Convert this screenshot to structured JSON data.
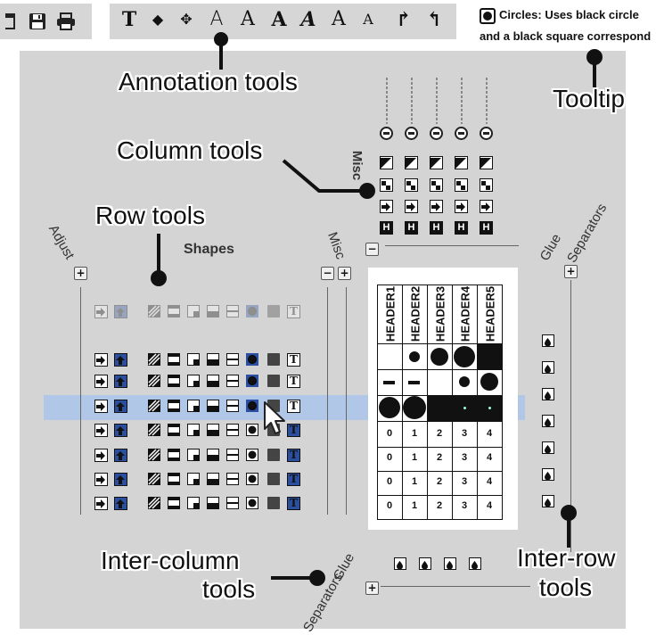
{
  "toolbar_left": {
    "icons": [
      "window-icon",
      "save-icon",
      "print-icon"
    ]
  },
  "toolbar_annotation": {
    "buttons": [
      {
        "glyph": "T",
        "name": "text-tool-button"
      },
      {
        "glyph": "◆",
        "name": "fill-tool-button"
      },
      {
        "glyph": "✥",
        "name": "move-tool-button"
      },
      {
        "glyph": "A",
        "name": "font-thin-button"
      },
      {
        "glyph": "A",
        "name": "font-regular-button"
      },
      {
        "glyph": "A",
        "name": "font-bold-button"
      },
      {
        "glyph": "A",
        "name": "font-italic-button"
      },
      {
        "glyph": "A",
        "name": "font-increase-button"
      },
      {
        "glyph": "A",
        "name": "font-decrease-button"
      },
      {
        "glyph": "↱",
        "name": "redo-button"
      },
      {
        "glyph": "↰",
        "name": "undo-button"
      }
    ]
  },
  "tooltip": {
    "bold_prefix": "Circles:",
    "line1": " Uses black circle",
    "line2": "and a black square correspond"
  },
  "callouts": {
    "annotation": "Annotation tools",
    "tooltip": "Tooltip",
    "column": "Column tools",
    "row": "Row tools",
    "intercolumn_1": "Inter-column",
    "intercolumn_2": "tools",
    "interrow_1": "Inter-row",
    "interrow_2": "tools"
  },
  "panel_labels": {
    "misc_top": "Misc",
    "glue_right": "Glue",
    "separators_right": "Separators",
    "adjust": "Adjust",
    "shapes": "Shapes",
    "misc_left": "Misc",
    "glue_bottom": "Glue",
    "separators_bottom": "Separators"
  },
  "buttons": {
    "plus": "+",
    "minus": "−"
  },
  "matrix": {
    "headers": [
      "HEADER1",
      "HEADER2",
      "HEADER3",
      "HEADER4",
      "HEADER5"
    ],
    "number_rows": [
      [
        "0",
        "1",
        "2",
        "3",
        "4"
      ],
      [
        "0",
        "1",
        "2",
        "3",
        "4"
      ],
      [
        "0",
        "1",
        "2",
        "3",
        "4"
      ],
      [
        "0",
        "1",
        "2",
        "3",
        "4"
      ]
    ]
  },
  "colors": {
    "panel": "#d4d4d4",
    "toolbar": "#d6d6d6",
    "accent": "#2b4f9e",
    "highlight": "#a9c4ea",
    "callout_line": "#111111"
  }
}
